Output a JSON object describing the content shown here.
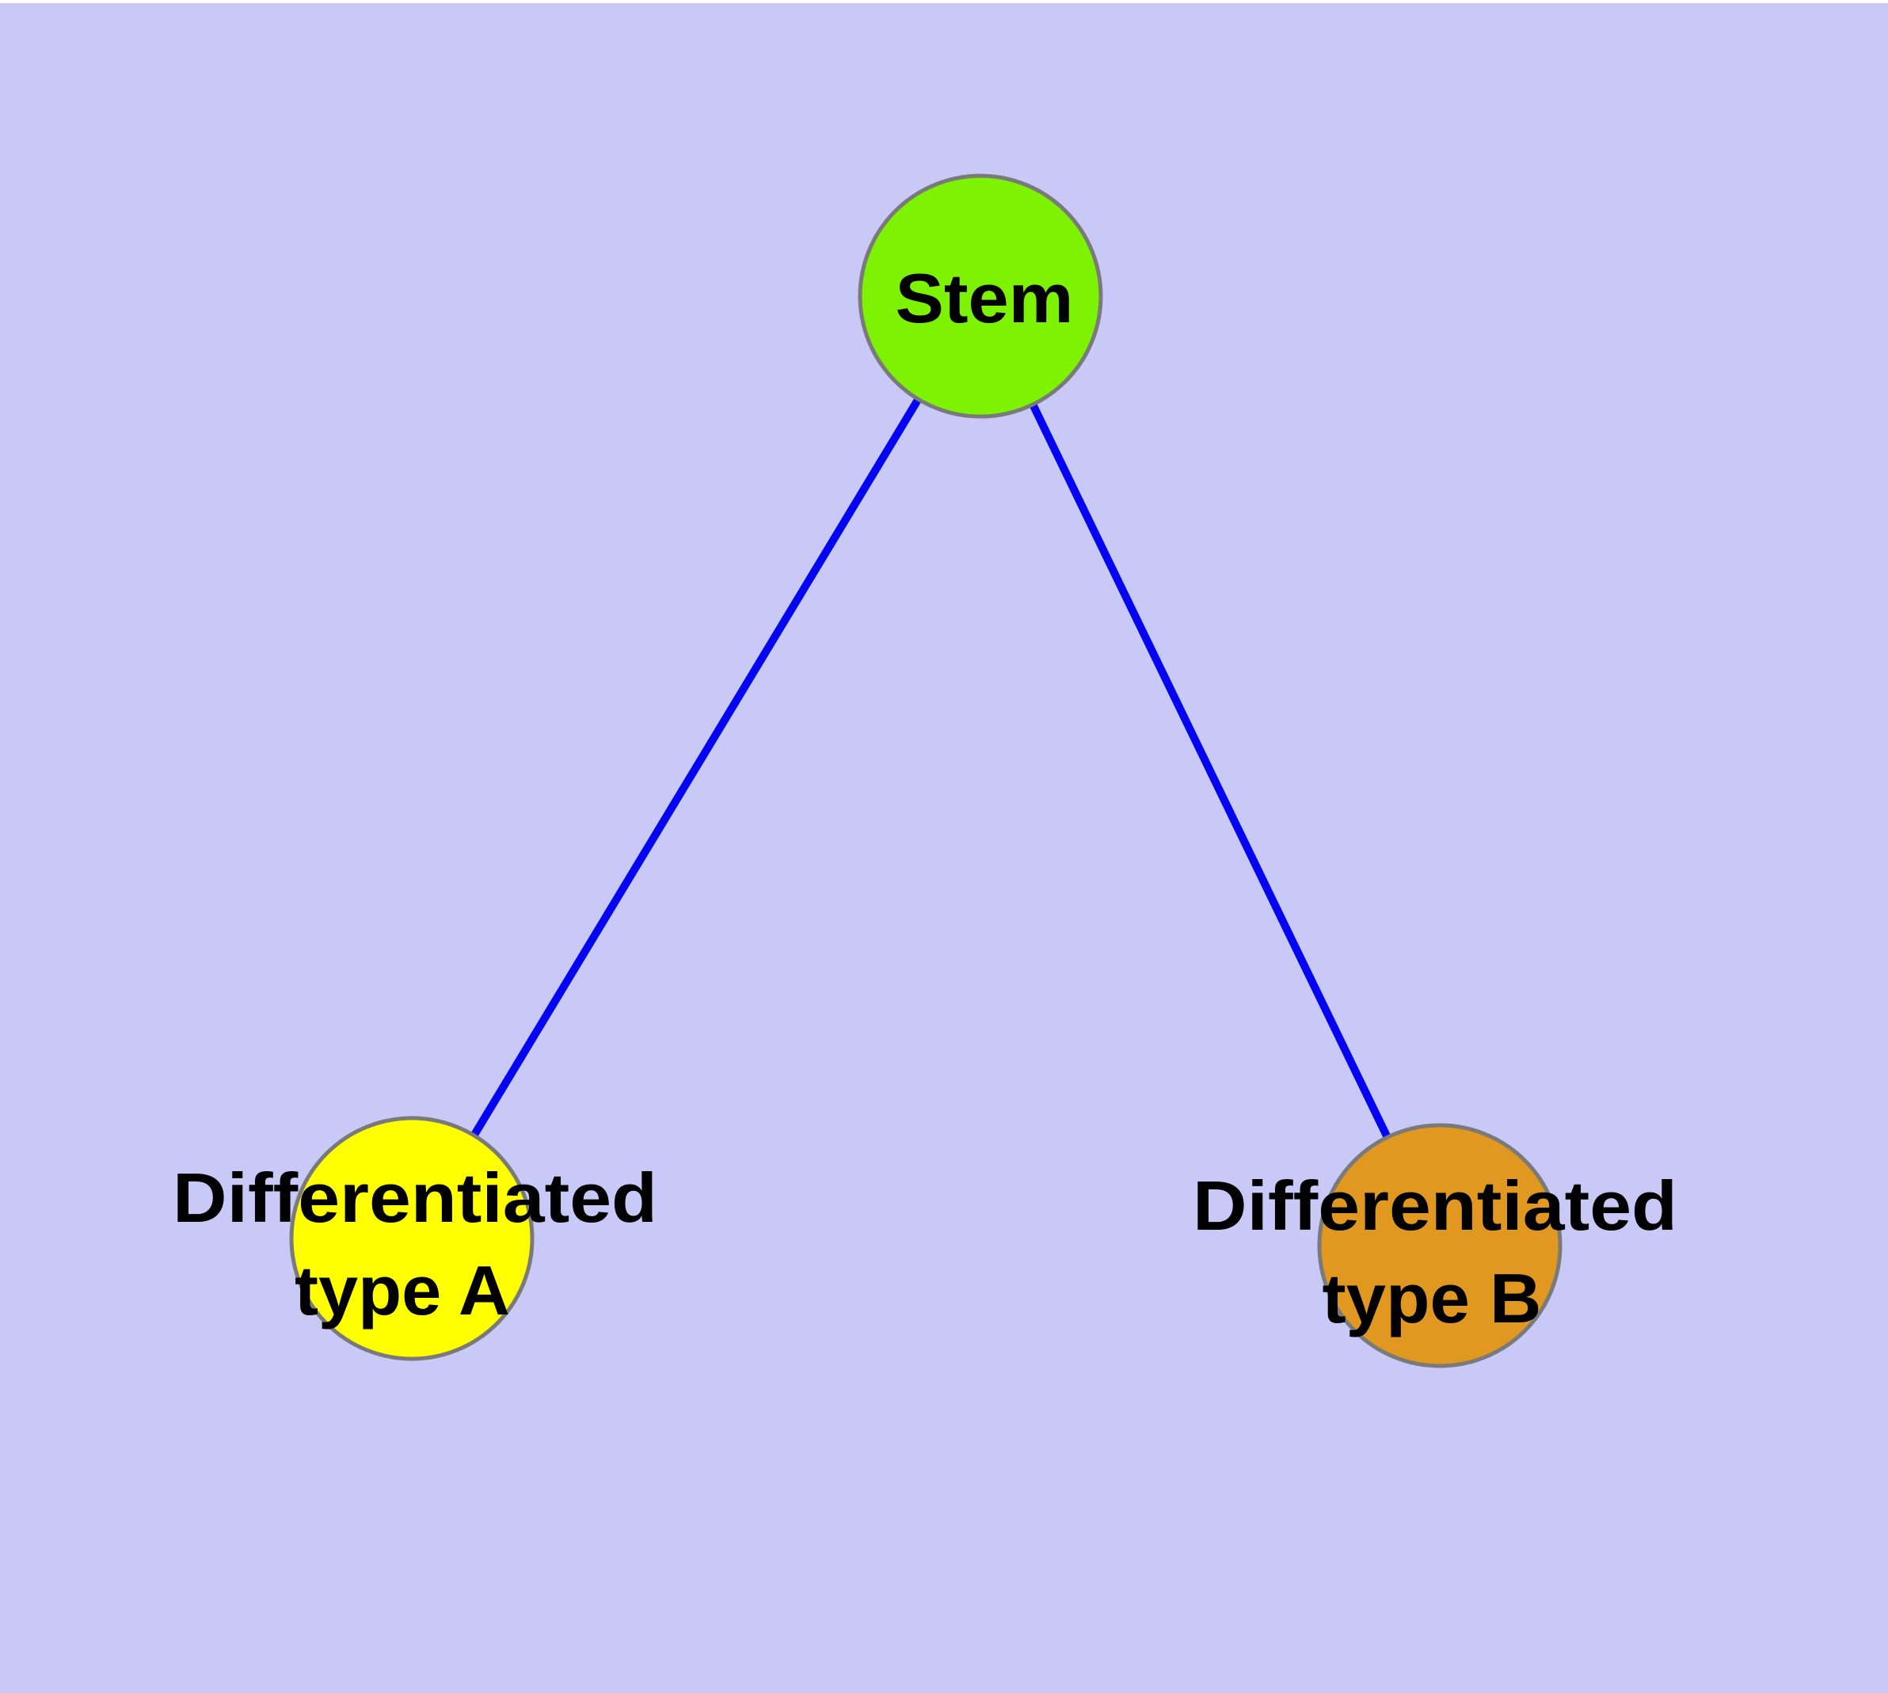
{
  "diagram": {
    "background_color": "#c9c9f7",
    "top_margin_color": "#ffffff",
    "edge_color": "#0404f2",
    "node_border_color": "#7a7a7a",
    "label_color": "#000000",
    "nodes": [
      {
        "id": "stem",
        "label": "Stem",
        "fill": "#7df202"
      },
      {
        "id": "differentiated-type-a",
        "label_line1": "Differentiated",
        "label_line2": "type A",
        "fill": "#ffff00"
      },
      {
        "id": "differentiated-type-b",
        "label_line1": "Differentiated",
        "label_line2": "type B",
        "fill": "#e09820"
      }
    ],
    "edges": [
      {
        "from": "stem",
        "to": "differentiated-type-a"
      },
      {
        "from": "stem",
        "to": "differentiated-type-b"
      }
    ]
  }
}
